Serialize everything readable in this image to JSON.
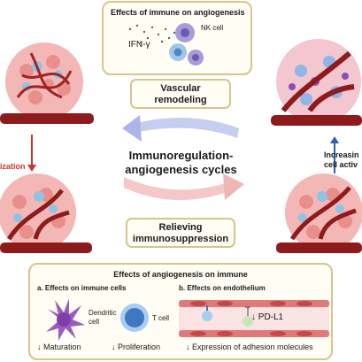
{
  "top_panel": {
    "title": "Effects of immune on angiogenesis",
    "ifn_label": "IFN-γ",
    "nk_label": "NK cell"
  },
  "upper_pill": {
    "line1": "Vascular",
    "line2": "remodeling"
  },
  "center": {
    "line1": "Immunoregulation-",
    "line2": "angiogenesis cycles"
  },
  "lower_pill": {
    "line1": "Relieving",
    "line2": "immunosuppression"
  },
  "left_side": {
    "label_fragment": "ization"
  },
  "right_side": {
    "line1": "Increasin",
    "line2": "cell activ"
  },
  "bottom_panel": {
    "title": "Effects of angiogenesis on immune",
    "section_a": "a. Effects on immune cells",
    "section_b": "b. Effects on endothelium",
    "dendritic_label_1": "Dendritic",
    "dendritic_label_2": "cell",
    "tcell_label": "T cell",
    "maturation": "↓ Maturation",
    "proliferation": "↓ Proliferation",
    "pdl1": "↓ PD-L1",
    "adhesion": "↓ Expression of adhesion molecules"
  },
  "colors": {
    "panel_border": "#d8c48a",
    "vessel": "#8e1b1b",
    "left_arrow": "#d32f2f",
    "right_arrow": "#2f5fb5",
    "cycle_arrow_top": "#aab6e6",
    "cycle_arrow_bottom": "#f0b6b6"
  }
}
